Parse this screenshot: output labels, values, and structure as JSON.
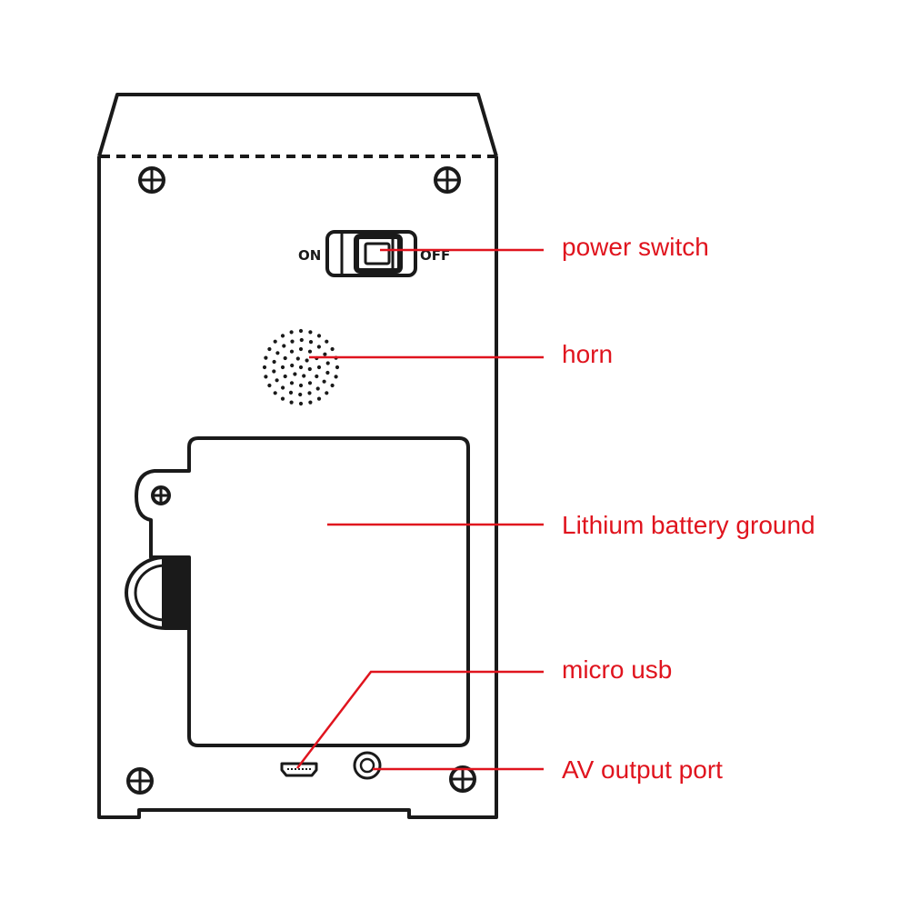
{
  "colors": {
    "line": "#1a1a1a",
    "callout": "#e0141e",
    "background": "#ffffff"
  },
  "device": {
    "switch": {
      "on_label": "ON",
      "off_label": "OFF"
    }
  },
  "callouts": {
    "power_switch": "power switch",
    "horn": "horn",
    "battery": "Lithium battery ground",
    "micro_usb": "micro usb",
    "av_port": "AV output port"
  }
}
